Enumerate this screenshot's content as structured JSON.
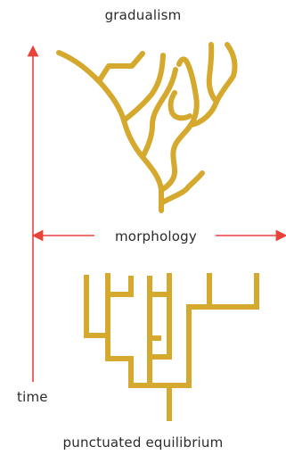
{
  "labels": {
    "top_title": "gradualism",
    "axis_horizontal": "morphology",
    "axis_vertical": "time",
    "bottom_title": "punctuated equilibrium"
  },
  "colors": {
    "branch": "#D4A92D",
    "axis": "#E8423A",
    "text": "#2B2B2B",
    "background": "#FFFFFF"
  }
}
